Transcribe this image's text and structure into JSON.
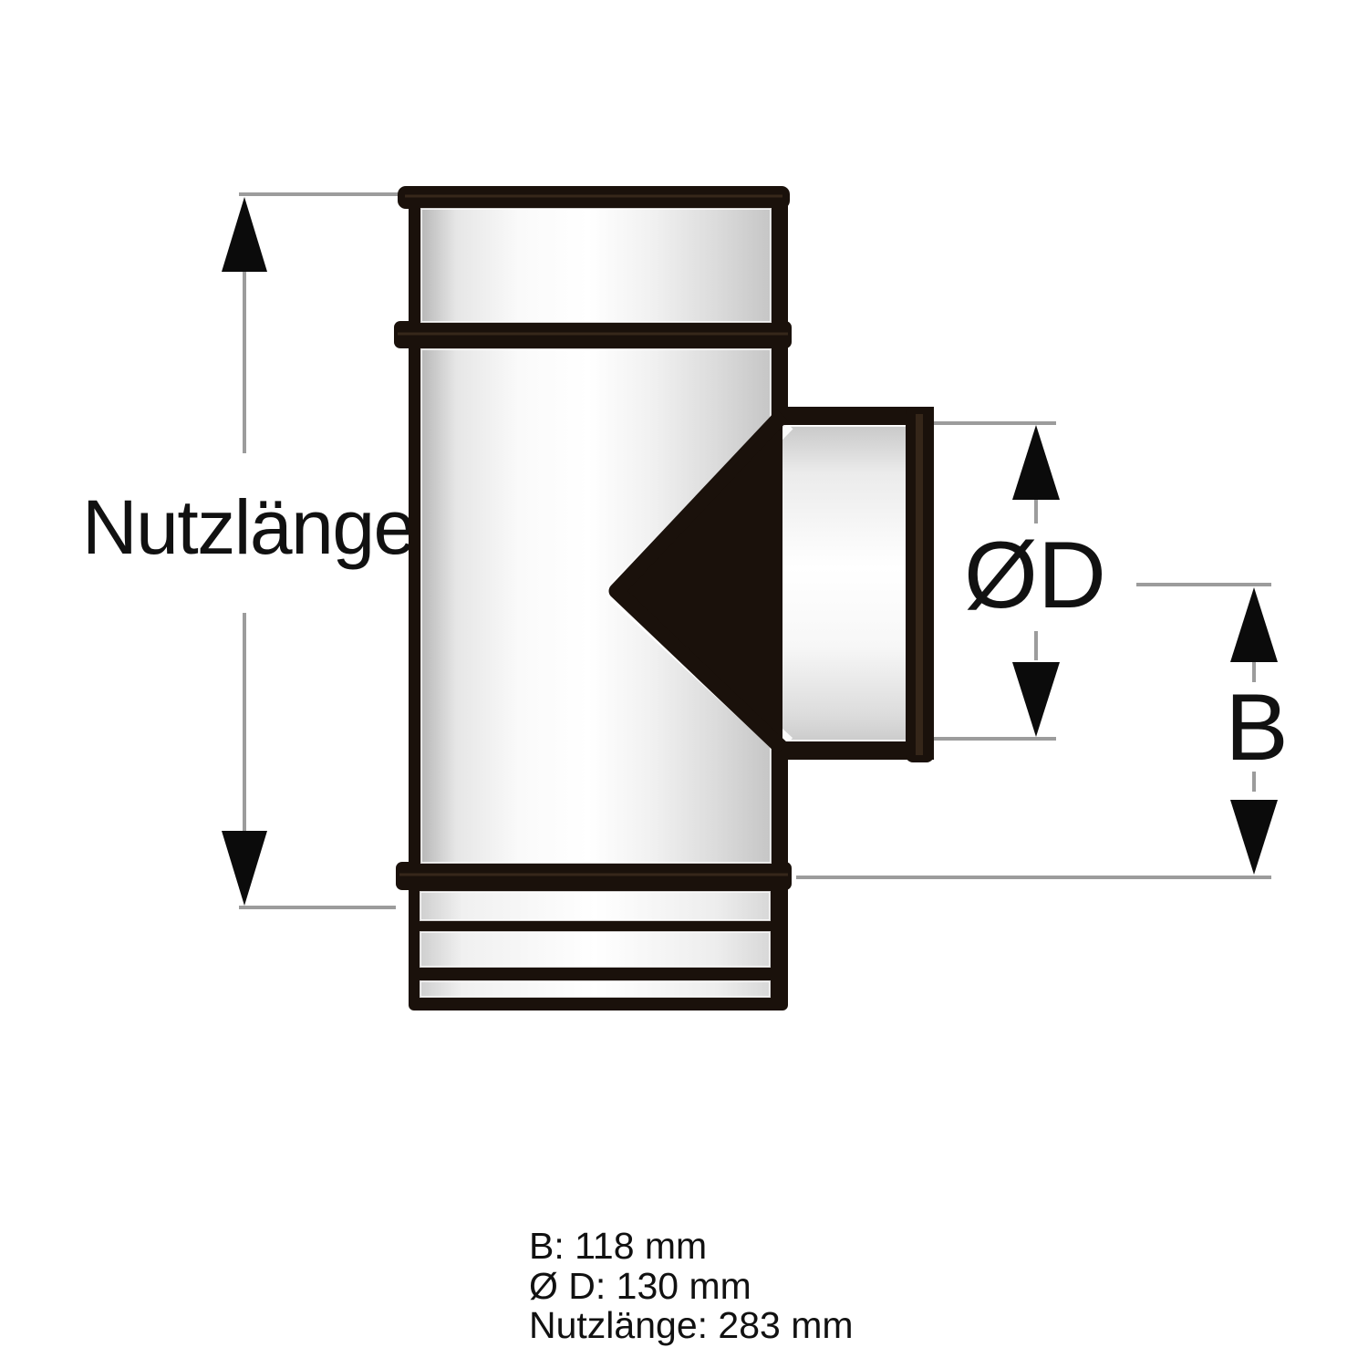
{
  "labels": {
    "nutzlaenge": "Nutzlänge",
    "diameter": "ØD",
    "b": "B"
  },
  "specs": {
    "b": "B: 118 mm",
    "diameter": "Ø D: 130 mm",
    "nutzlaenge": "Nutzlänge: 283 mm"
  },
  "colors": {
    "outline_dark": "#1a110b",
    "outline_highlight": "#3a2a1c",
    "dimension_line": "#9c9c9c",
    "arrow": "#0b0b0b",
    "text": "#111111",
    "background": "#ffffff"
  }
}
